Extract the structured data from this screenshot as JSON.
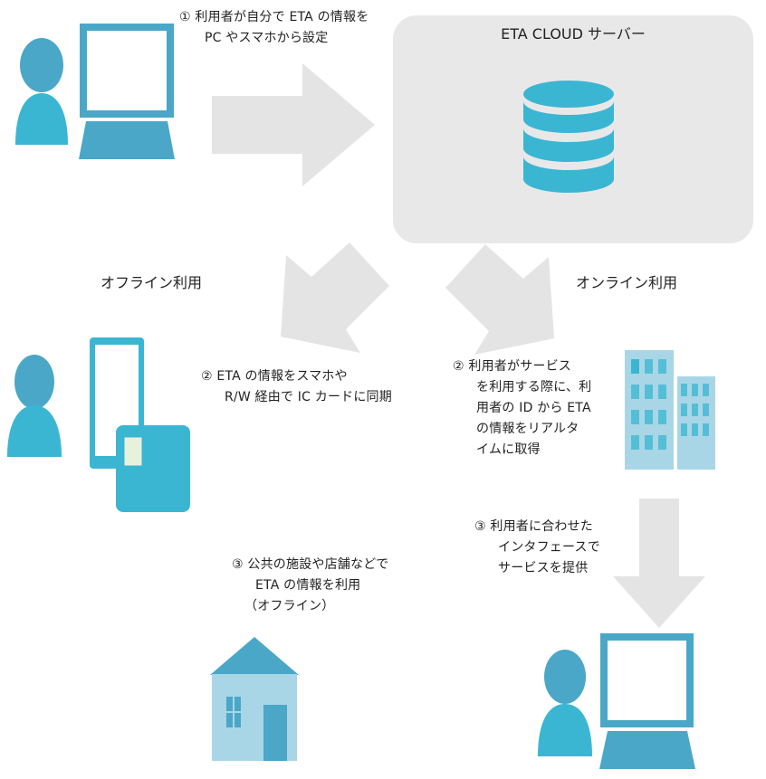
{
  "colors": {
    "accent": "#3ab6d3",
    "accent_dark": "#4aa7c7",
    "light_blue": "#a9d6e6",
    "arrow_gray": "#e4e4e4",
    "panel_gray": "#e8e8e8"
  },
  "server": {
    "title": "ETA CLOUD サーバー",
    "icon": "database-icon"
  },
  "top_step": {
    "line1": "① 利用者が自分で ETA の情報を",
    "line2": "PC やスマホから設定"
  },
  "offline": {
    "label": "オフライン利用",
    "step2": {
      "line1": "② ETA の情報をスマホや",
      "line2": "R/W 経由で IC カードに同期"
    },
    "step3": {
      "line1": "③ 公共の施設や店舗などで",
      "line2": "ETA の情報を利用",
      "line3": "（オフライン）"
    }
  },
  "online": {
    "label": "オンライン利用",
    "step2": {
      "line1": "② 利用者がサービス",
      "line2": "を利用する際に、利",
      "line3": "用者の ID から ETA",
      "line4": "の情報をリアルタ",
      "line5": "イムに取得"
    },
    "step3": {
      "line1": "③ 利用者に合わせた",
      "line2": "インタフェースで",
      "line3": "サービスを提供"
    }
  },
  "icons": [
    "person-icon",
    "laptop-icon",
    "smartphone-icon",
    "card-reader-icon",
    "building-icon",
    "house-icon",
    "arrow-icon"
  ]
}
